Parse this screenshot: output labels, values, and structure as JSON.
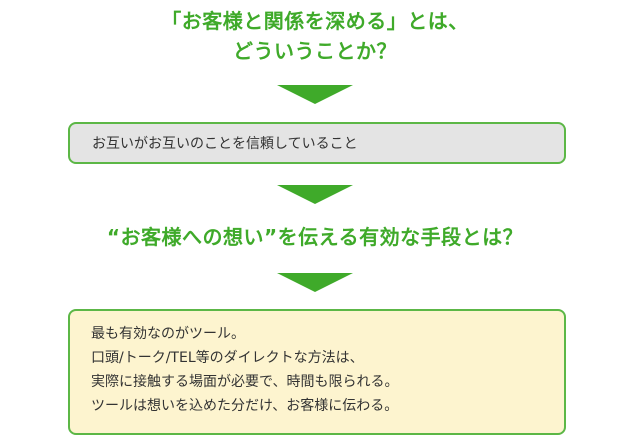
{
  "heading1": {
    "line1": "「お客様と関係を深める」とは、",
    "line2": "どういうことか？"
  },
  "box1": {
    "text": "お互いがお互いのことを信頼していること"
  },
  "heading2": {
    "text": "“お客様への想い”を伝える有効な手段とは？"
  },
  "box2": {
    "lines": [
      "最も有効なのがツール。",
      "口頭/トーク/TEL等のダイレクトな方法は、",
      "実際に接触する場面が必要で、時間も限られる。",
      "ツールは想いを込めた分だけ、お客様に伝わる。"
    ]
  },
  "colors": {
    "accent_green": "#3faa2a",
    "box_border": "#5cb746",
    "gray_box_bg": "#e4e4e4",
    "yellow_box_bg": "#fdf4cf"
  }
}
